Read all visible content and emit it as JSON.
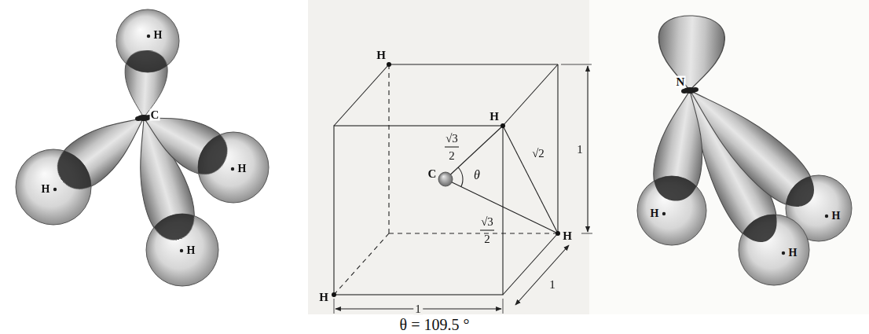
{
  "diagram": {
    "caption": "θ = 109.5 °",
    "labels": [
      "H",
      "C",
      "H",
      "H",
      "H",
      "H",
      "H",
      "√3",
      "2",
      "C",
      "θ",
      "√2",
      "√3",
      "2",
      "H",
      "H",
      "1",
      "1",
      "1",
      "N",
      "H",
      "H",
      "H"
    ]
  }
}
